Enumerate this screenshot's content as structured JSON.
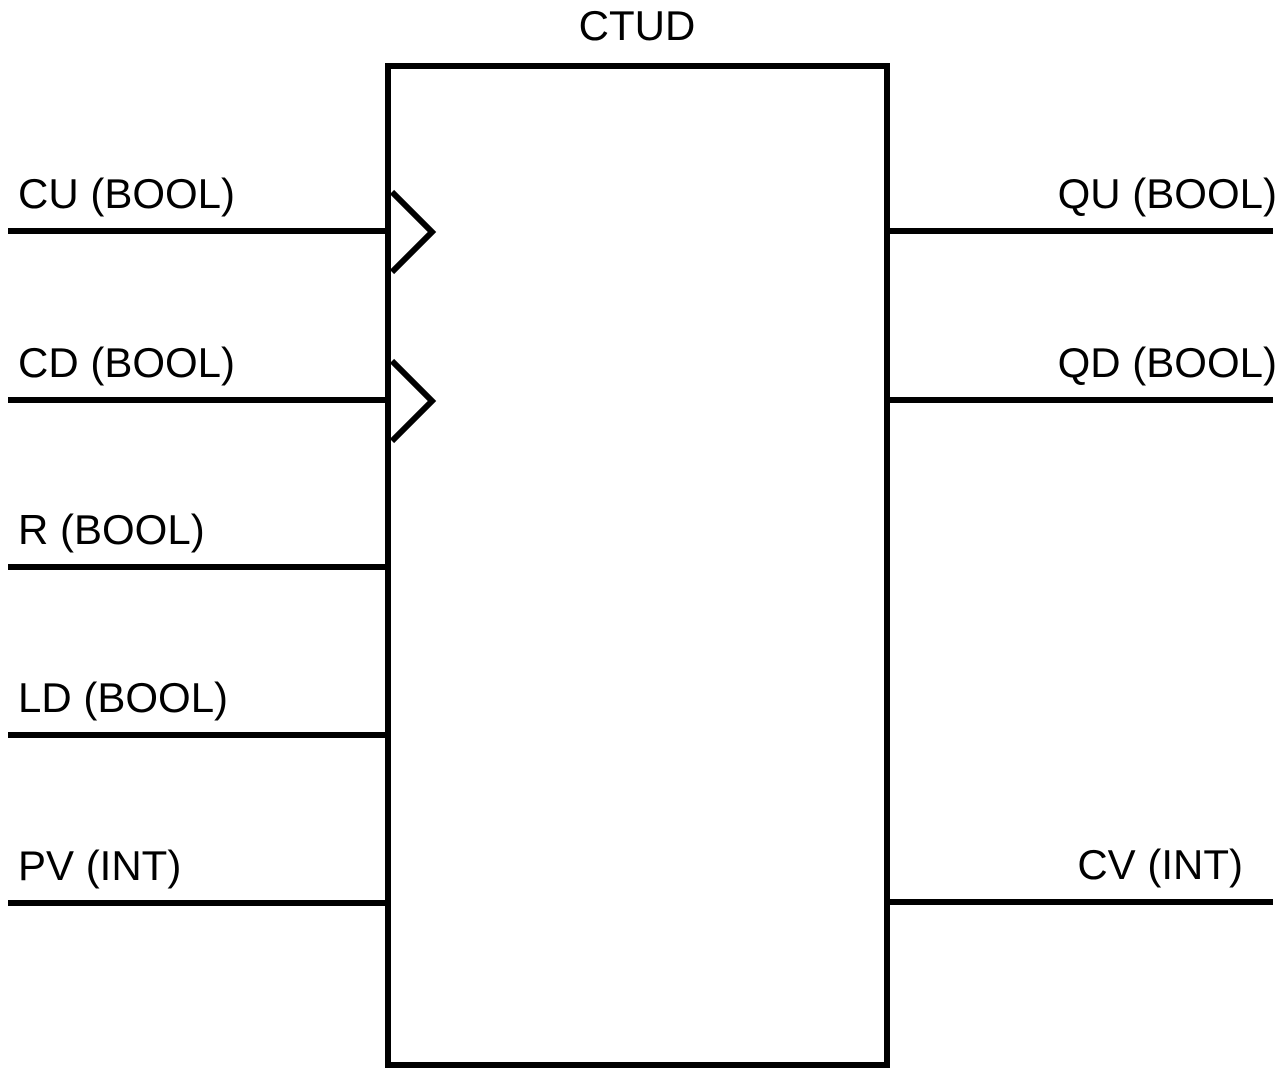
{
  "diagram": {
    "kind": "iec-61131-3-function-block",
    "title": "CTUD",
    "stroke_color": "#000000",
    "background_color": "#ffffff",
    "inputs": [
      {
        "label": "CU (BOOL)",
        "name": "CU",
        "type": "BOOL",
        "edge_triggered": true
      },
      {
        "label": "CD (BOOL)",
        "name": "CD",
        "type": "BOOL",
        "edge_triggered": true
      },
      {
        "label": "R (BOOL)",
        "name": "R",
        "type": "BOOL",
        "edge_triggered": false
      },
      {
        "label": "LD (BOOL)",
        "name": "LD",
        "type": "BOOL",
        "edge_triggered": false
      },
      {
        "label": "PV (INT)",
        "name": "PV",
        "type": "INT",
        "edge_triggered": false
      }
    ],
    "outputs": [
      {
        "label": "QU (BOOL)",
        "name": "QU",
        "type": "BOOL"
      },
      {
        "label": "QD (BOOL)",
        "name": "QD",
        "type": "BOOL"
      },
      {
        "label": "CV (INT)",
        "name": "CV",
        "type": "INT"
      }
    ]
  }
}
